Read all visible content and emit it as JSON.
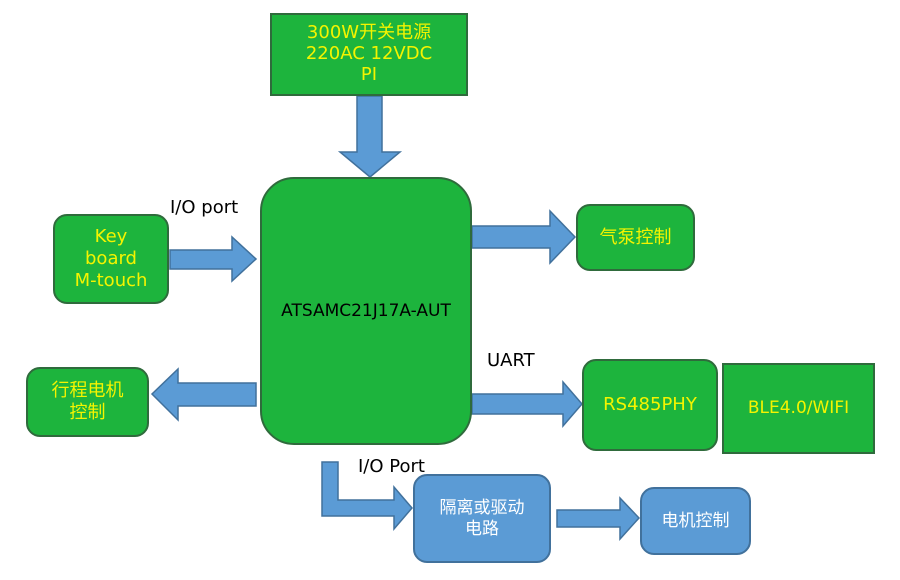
{
  "psu": {
    "line1": "300W开关电源",
    "line2": "220AC 12VDC",
    "line3": "PI"
  },
  "mcu": {
    "label": "ATSAMC21J17A-AUT"
  },
  "keyboard": {
    "line1": "Key",
    "line2": "board",
    "line3": "M-touch"
  },
  "pump": {
    "label": "气泵控制"
  },
  "travel_motor": {
    "line1": "行程电机",
    "line2": "控制"
  },
  "rs485": {
    "label": "RS485PHY"
  },
  "ble": {
    "label": "BLE4.0/WIFI"
  },
  "isolation": {
    "line1": "隔离或驱动",
    "line2": "电路"
  },
  "motor_control": {
    "label": "电机控制"
  },
  "labels": {
    "io_port_left": "I/O port",
    "uart": "UART",
    "io_port_bottom": "I/O Port"
  },
  "colors": {
    "green_fill": "#1db43d",
    "green_text": "#f4f400",
    "blue_fill": "#5b9bd5",
    "arrow": "#5b9bd5"
  }
}
